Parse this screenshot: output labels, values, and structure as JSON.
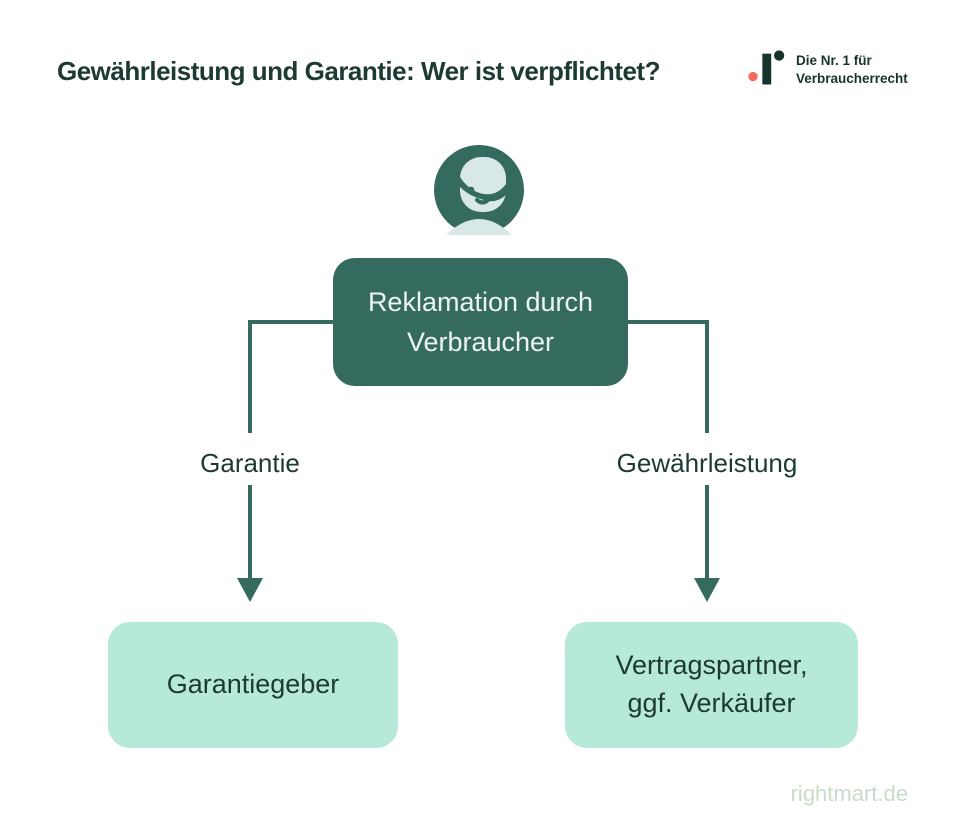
{
  "header": {
    "title": "Gewährleistung und Garantie: Wer ist verpflichtet?",
    "logo": {
      "tagline_line1": "Die Nr. 1 für",
      "tagline_line2": "Verbraucherrecht"
    }
  },
  "diagram": {
    "consumer_box": {
      "line1": "Reklamation durch",
      "line2": "Verbraucher"
    },
    "left_branch": {
      "label": "Garantie",
      "result": "Garantiegeber"
    },
    "right_branch": {
      "label": "Gewährleistung",
      "result_line1": "Vertragspartner,",
      "result_line2": "ggf. Verkäufer"
    }
  },
  "footer": {
    "website": "rightmart.de"
  },
  "icons": {
    "avatar": "person-avatar-icon",
    "logo": "rightmart-logo-icon"
  },
  "colors": {
    "dark_teal": "#356A5E",
    "mint": "#B7E9DA",
    "deep_green_text": "#1C3A33",
    "coral": "#F4695C",
    "avatar_light": "#D8E7E7",
    "footer_text": "#C9DCC9"
  }
}
